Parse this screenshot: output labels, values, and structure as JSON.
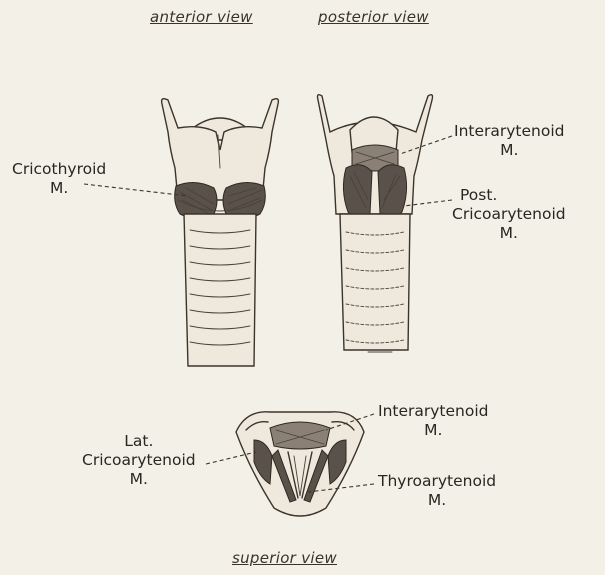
{
  "views": {
    "anterior": "anterior view",
    "posterior": "posterior view",
    "superior": "superior view"
  },
  "labels": {
    "cricothyroid": [
      "Cricothyroid",
      "M."
    ],
    "interarytenoid_posterior": [
      "Interarytenoid",
      "M."
    ],
    "post_cricoarytenoid": [
      "Post.",
      "Cricoarytenoid",
      "M."
    ],
    "interarytenoid_superior": [
      "Interarytenoid",
      "M."
    ],
    "lat_cricoarytenoid": [
      "Lat.",
      "Cricoarytenoid",
      "M."
    ],
    "thyroarytenoid": [
      "Thyroarytenoid",
      "M."
    ]
  }
}
